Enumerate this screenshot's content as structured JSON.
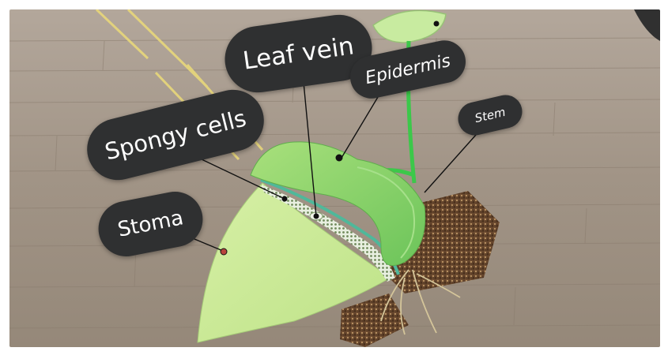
{
  "scene": {
    "description_labels": {
      "leaf_vein": "Leaf vein",
      "epidermis": "Epidermis",
      "stem": "Stem",
      "spongy_cells": "Spongy cells",
      "stoma": "Stoma"
    }
  },
  "colors": {
    "label_background": "#2f3031",
    "label_text": "#ffffff",
    "leaf_green": "#c4e690",
    "stem_green": "#3cc84a",
    "soil_brown": "#6b4a2f",
    "floor_wood": "#a39689"
  }
}
